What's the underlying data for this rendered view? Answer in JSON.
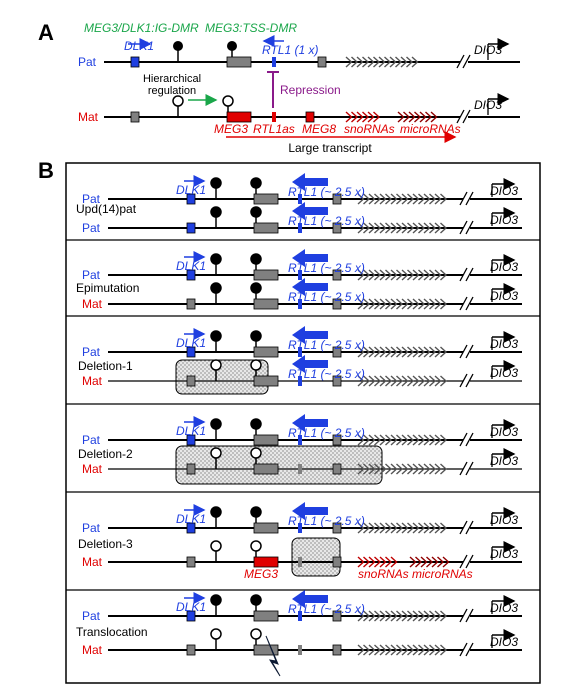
{
  "panelA": {
    "label": "A",
    "igdmr": "MEG3/DLK1:IG-DMR",
    "tssdmr": "MEG3:TSS-DMR",
    "pat": "Pat",
    "mat": "Mat",
    "dlk1": "DLK1",
    "rtl1": "RTL1 (1 x)",
    "dio3": "DIO3",
    "hier1": "Hierarchical",
    "hier2": "regulation",
    "repression": "Repression",
    "meg3": "MEG3",
    "rtl1as": "RTL1as",
    "meg8": "MEG8",
    "snornas": "snoRNAs",
    "micrornas": "microRNAs",
    "large": "Large transcript"
  },
  "panelB": {
    "label": "B",
    "dlk1": "DLK1",
    "rtl1": "RTL1 (~ 2.5 x)",
    "dio3": "DIO3",
    "pat": "Pat",
    "mat": "Mat",
    "upd": "Upd(14)pat",
    "epimutation": "Epimutation",
    "del1": "Deletion-1",
    "del2": "Deletion-2",
    "del3": "Deletion-3",
    "translocation": "Translocation",
    "meg3": "MEG3",
    "snornas": "snoRNAs",
    "micrornas": "microRNAs"
  },
  "colors": {
    "blue": "#1f3fe0",
    "red": "#e00000",
    "green": "#1aa64a",
    "purple": "#8a1a8a",
    "gray": "#808080",
    "darkred": "#a00000"
  }
}
